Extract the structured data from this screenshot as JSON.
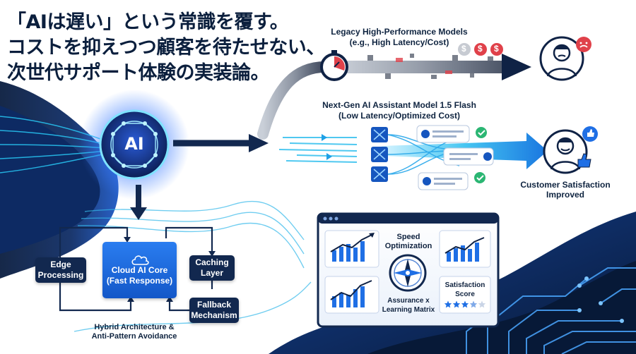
{
  "headline": {
    "line1": "「AIは遅い」という常識を覆す。",
    "line2": "コストを抑えつつ顧客を待たせない、",
    "line3": "次世代サポート体験の実装論。"
  },
  "legacy": {
    "title": "Legacy High-Performance Models",
    "subtitle": "(e.g., High Latency/Cost)",
    "cost_symbols": [
      "$",
      "$",
      "$"
    ]
  },
  "nextgen": {
    "title": "Next-Gen AI Assistant Model 1.5 Flash",
    "subtitle": "(Low Latency/Optimized Cost)"
  },
  "ai_core_label": "AI",
  "satisfaction": {
    "line1": "Customer Satisfaction",
    "line2": "Improved"
  },
  "architecture": {
    "edge": [
      "Edge",
      "Processing"
    ],
    "core": [
      "Cloud AI Core",
      "(Fast Response)"
    ],
    "caching": [
      "Caching",
      "Layer"
    ],
    "fallback": [
      "Fallback",
      "Mechanism"
    ],
    "caption": [
      "Hybrid Architecture &",
      "Anti-Pattern Avoidance"
    ]
  },
  "dashboard": {
    "speed": [
      "Speed",
      "Optimization"
    ],
    "assurance": [
      "Assurance x",
      "Learning Matrix"
    ],
    "satisfaction_score": [
      "Satisfaction",
      "Score"
    ],
    "rating_stars": 3.5,
    "rating_max": 5
  },
  "colors": {
    "navy": "#12284f",
    "blue": "#1f6fe5",
    "cyan": "#1ec8f0",
    "red": "#e0414a",
    "green": "#2bb673"
  }
}
